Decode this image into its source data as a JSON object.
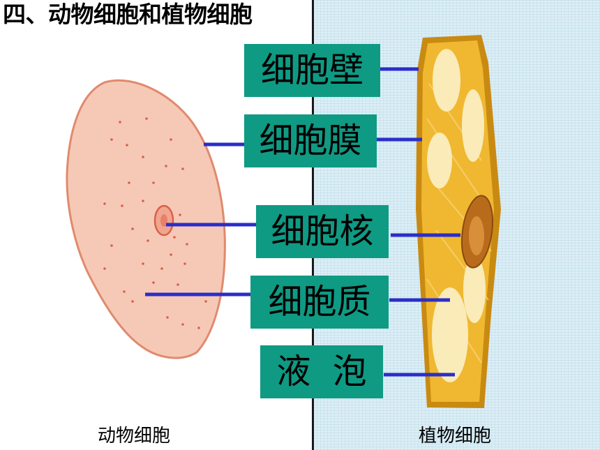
{
  "title": "四、动物细胞和植物细胞",
  "labels": {
    "cell_wall": "细胞壁",
    "cell_membrane": "细胞膜",
    "nucleus": "细胞核",
    "cytoplasm": "细胞质",
    "vacuole": "液  泡"
  },
  "captions": {
    "animal": "动物细胞",
    "plant": "植物细胞"
  },
  "colors": {
    "label_bg": "#0f9a84",
    "leader_line": "#2a2ec8",
    "animal_fill": "#f6c9b6",
    "animal_outline": "#e08a6e",
    "plant_wall": "#c98a12",
    "plant_cytoplasm": "#f0b830",
    "vacuole": "#fbf0c4",
    "nucleus": "#b96b1c"
  }
}
